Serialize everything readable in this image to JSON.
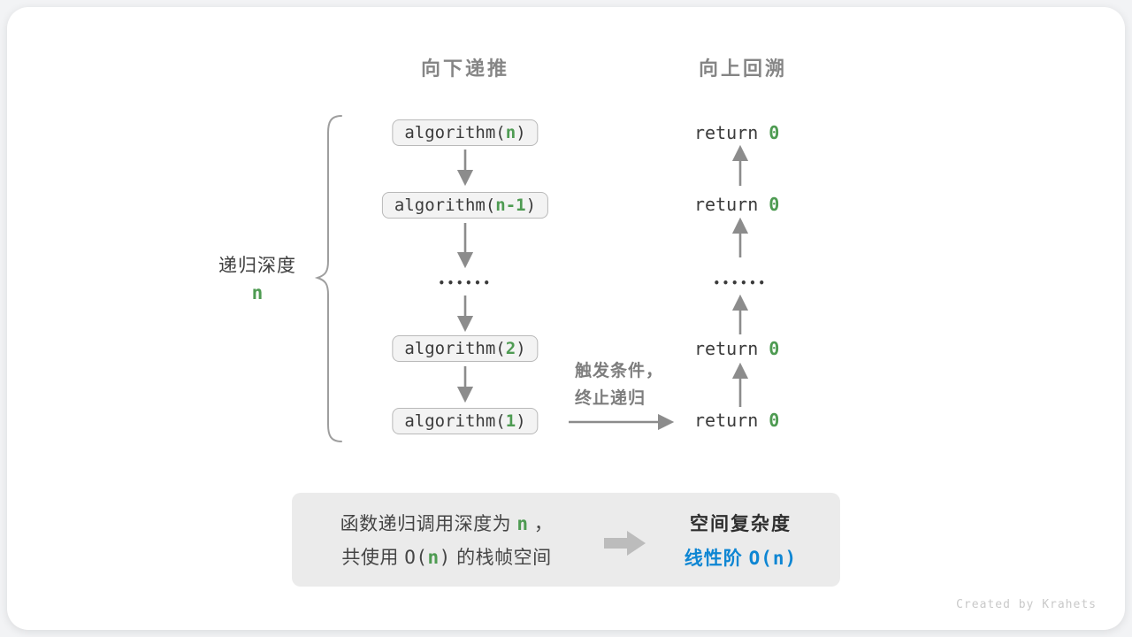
{
  "colors": {
    "accent_green": "#4e9b52",
    "accent_blue": "#0e86d3",
    "arrow_gray": "#8c8c8c",
    "box_fill": "#f3f3f3",
    "box_border": "#b9b9b9",
    "panel_bg": "#ebebeb",
    "header_gray": "#858585",
    "card_bg": "#ffffff"
  },
  "headers": {
    "down": "向下递推",
    "up": "向上回溯"
  },
  "depth_brace": {
    "label": "递归深度",
    "value": "n"
  },
  "recursion": {
    "calls": [
      {
        "prefix": "algorithm(",
        "arg": "n",
        "suffix": ")"
      },
      {
        "prefix": "algorithm(",
        "arg": "n-1",
        "suffix": ")"
      },
      {
        "prefix": "algorithm(",
        "arg": "2",
        "suffix": ")"
      },
      {
        "prefix": "algorithm(",
        "arg": "1",
        "suffix": ")"
      }
    ],
    "ellipsis": "••••••",
    "returns": [
      {
        "keyword": "return ",
        "value": "0"
      },
      {
        "keyword": "return ",
        "value": "0"
      },
      {
        "keyword": "return ",
        "value": "0"
      },
      {
        "keyword": "return ",
        "value": "0"
      }
    ],
    "base_case": {
      "line1": "触发条件，",
      "line2": "终止递归"
    }
  },
  "summary": {
    "line1": {
      "pre": "函数递归调用深度为 ",
      "n": "n",
      "post": " ，"
    },
    "line2": {
      "pre": "共使用 ",
      "o_open": "O(",
      "n": "n",
      "o_close": ")",
      "post": " 的栈帧空间"
    },
    "title": "空间复杂度",
    "value_text": "线性阶 ",
    "value_formula": "O(n)"
  },
  "watermark": "Created by Krahets"
}
